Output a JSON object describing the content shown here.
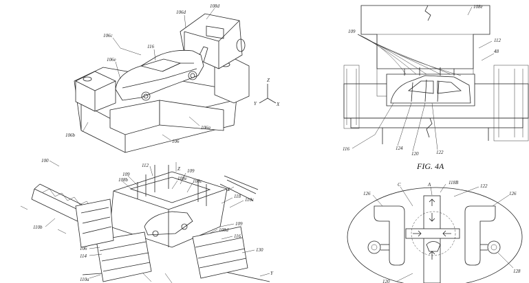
{
  "panels": {
    "top_left": {
      "labels": [
        "108d",
        "106d",
        "106c",
        "116",
        "106e",
        "106b",
        "106",
        "106a"
      ],
      "axes": {
        "z": "Z",
        "y": "Y",
        "x": "X"
      }
    },
    "top_right": {
      "labels": [
        "108e",
        "109",
        "112",
        "48",
        "116",
        "124",
        "120",
        "122"
      ],
      "caption": "FIG. 4A"
    },
    "bottom_left": {
      "labels": [
        "100",
        "112",
        "Z",
        "109",
        "108b",
        "109",
        "108e",
        "108c",
        "X",
        "118",
        "110c",
        "110b",
        "106",
        "114",
        "108d",
        "109",
        "116",
        "130",
        "110a",
        "Y"
      ]
    },
    "bottom_right": {
      "labels": [
        "118B",
        "C",
        "A",
        "122",
        "126",
        "126",
        "128",
        "120"
      ]
    }
  }
}
